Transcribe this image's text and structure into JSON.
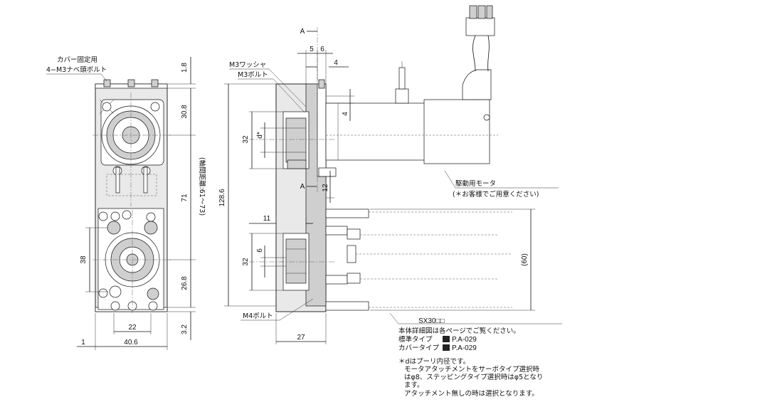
{
  "left_view": {
    "callout": [
      "カバー固定用",
      "4−M3ナベ頭ボルト"
    ],
    "dims": {
      "top_gap": "1.8",
      "upper_height": "30.8",
      "pitch": "71",
      "pitch_note": "(軸間距離:61〜73)",
      "lower_height": "26.8",
      "bottom_gap": "3.2",
      "left_38": "38",
      "width_22": "22",
      "edge_1": "1",
      "width_40_6": "40.6"
    }
  },
  "right_view": {
    "section_a": "A",
    "dims": {
      "d5": "5",
      "d6": "6",
      "d4_top": "4",
      "d4_side": "4",
      "d32_upper": "32",
      "d_star": "d*",
      "h128_6": "128.6",
      "d12": "12",
      "d11": "11",
      "d32_lower": "32",
      "d6_lower": "6",
      "d60": "(60)",
      "w27": "27"
    },
    "callouts": {
      "washer": "M3ワッシャ",
      "bolt_m3": "M3ボルト",
      "bolt_m4": "M4ボルト",
      "motor": "駆動用モータ",
      "motor_note": "(＊お客様でご用意ください)"
    }
  },
  "notes": {
    "model": "SX30□□",
    "detail_ref": "本体詳細図は各ページでご覧ください。",
    "standard_label": "標準タイプ",
    "standard_ref": "P.A-029",
    "cover_label": "カバータイプ",
    "cover_ref": "P.A-029",
    "footnote": [
      "＊dはプーリ内径です。",
      "モータアタッチメントをサーボタイプ選択時",
      "はφ8、ステッピングタイプ選択時はφ5となり",
      "ます。",
      "アタッチメント無しの時は選択となります。"
    ]
  }
}
